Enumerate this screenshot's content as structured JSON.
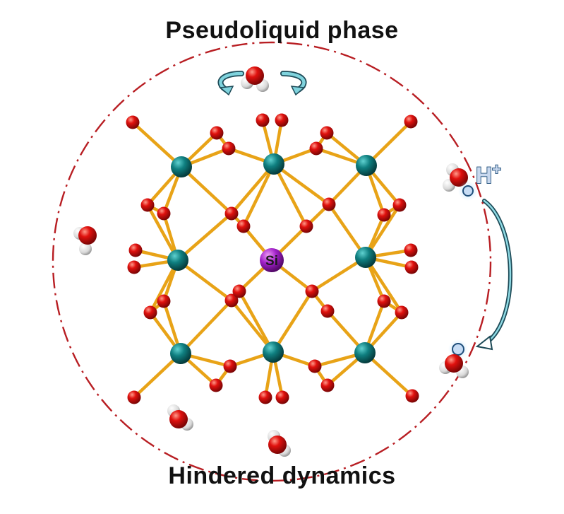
{
  "labels": {
    "top": "Pseudoliquid phase",
    "bottom": "Hindered dynamics",
    "center_atom": "Si",
    "proton": "H",
    "proton_charge": "+"
  },
  "colors": {
    "boundary": "#b81e23",
    "bond": "#e8a317",
    "metal_atom": "#0f7f80",
    "oxygen_atom": "#e0110e",
    "silicon_atom": "#a020c8",
    "hydrogen_atom": "#e6e6e6",
    "arrow_rotation": "#7fd3dd",
    "arrow_transfer": "#1d4a57",
    "proton_text": "#1f4e7a",
    "proton_site": "#6aa8d8"
  },
  "icons": [
    "water-molecule-icon",
    "rotation-arrow-icon",
    "proton-hop-arrow-icon"
  ]
}
